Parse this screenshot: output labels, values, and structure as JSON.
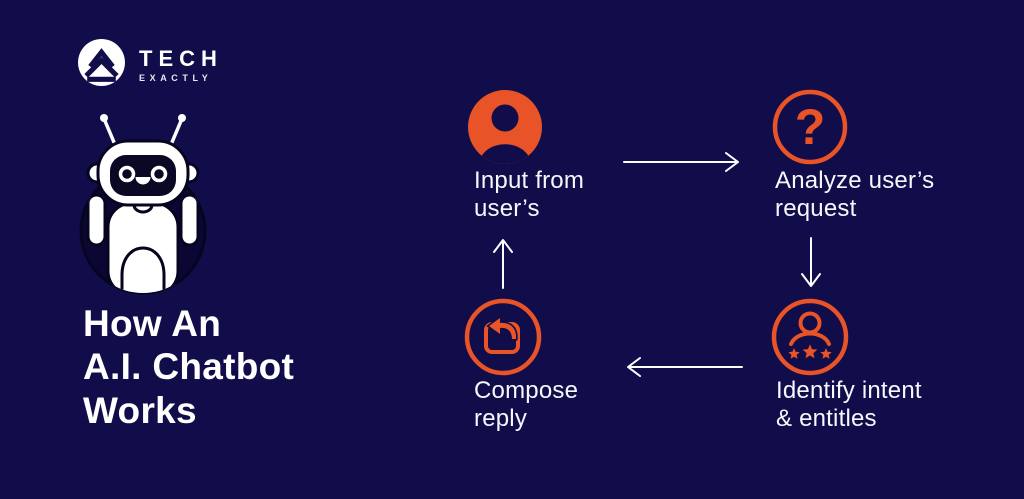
{
  "colors": {
    "background": "#110d4a",
    "accent_orange": "#e85327",
    "text_white": "#ffffff",
    "robot_circle_fill": "#0a0735",
    "outline_dark": "#06041f",
    "arrow_white": "#fdfdfd"
  },
  "logo": {
    "icon": "mountain-chevron-logo",
    "name": "TECH",
    "subname": "EXACTLY"
  },
  "title": {
    "lines": [
      "How An",
      "A.I. Chatbot",
      "Works"
    ]
  },
  "illustration": {
    "name": "chatbot-robot-in-circle"
  },
  "flow": {
    "type": "cycle",
    "question_mark_glyph": "?",
    "nodes": [
      {
        "id": "input",
        "icon": "user-filled-circle-icon",
        "lines": [
          "Input from",
          "user’s"
        ]
      },
      {
        "id": "analyze",
        "icon": "question-mark-circle-icon",
        "lines": [
          "Analyze user’s",
          "request"
        ]
      },
      {
        "id": "identify",
        "icon": "user-rating-stars-circle-icon",
        "lines": [
          "Identify intent",
          "& entitles"
        ]
      },
      {
        "id": "compose",
        "icon": "reply-circle-icon",
        "lines": [
          "Compose",
          "reply"
        ]
      }
    ],
    "arrows": [
      {
        "from": "input",
        "to": "analyze",
        "direction": "right"
      },
      {
        "from": "analyze",
        "to": "identify",
        "direction": "down"
      },
      {
        "from": "identify",
        "to": "compose",
        "direction": "left"
      },
      {
        "from": "compose",
        "to": "input",
        "direction": "up"
      }
    ]
  }
}
